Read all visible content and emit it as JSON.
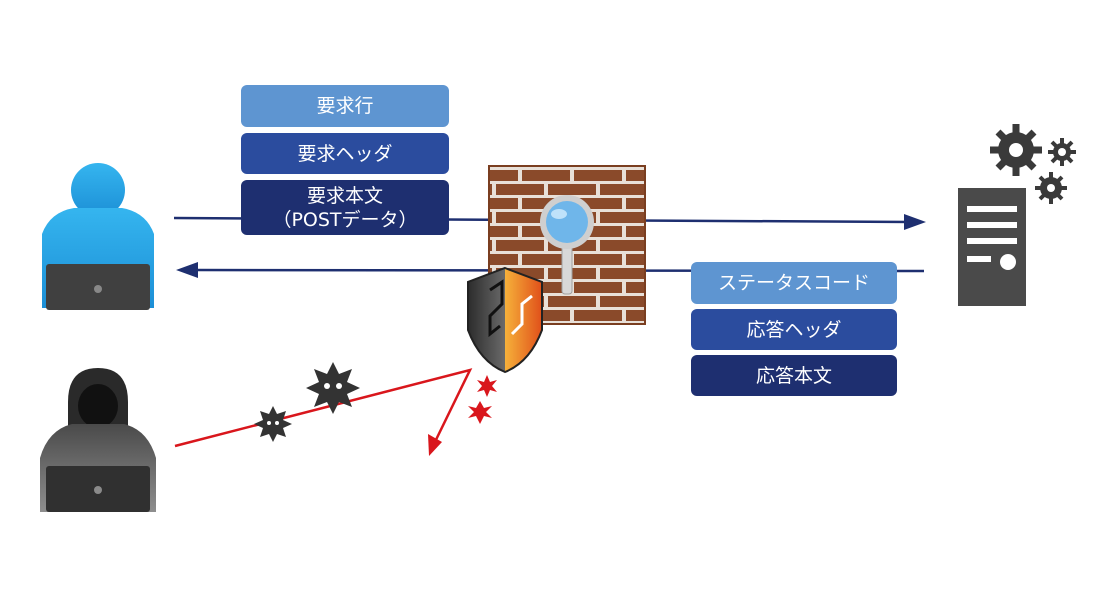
{
  "request": {
    "line": "要求行",
    "header": "要求ヘッダ",
    "body_line1": "要求本文",
    "body_line2": "（POSTデータ）"
  },
  "response": {
    "status": "ステータスコード",
    "header": "応答ヘッダ",
    "body": "応答本文"
  },
  "colors": {
    "light_blue": "#5e95d1",
    "mid_blue": "#2b4c9e",
    "dark_blue": "#1e2f70",
    "user": "#29a7e4",
    "attacker": "#3a3a3a",
    "brick": "#8a4a2a",
    "attack_line": "#d9161c",
    "shield_orange": "#f39a1c"
  }
}
